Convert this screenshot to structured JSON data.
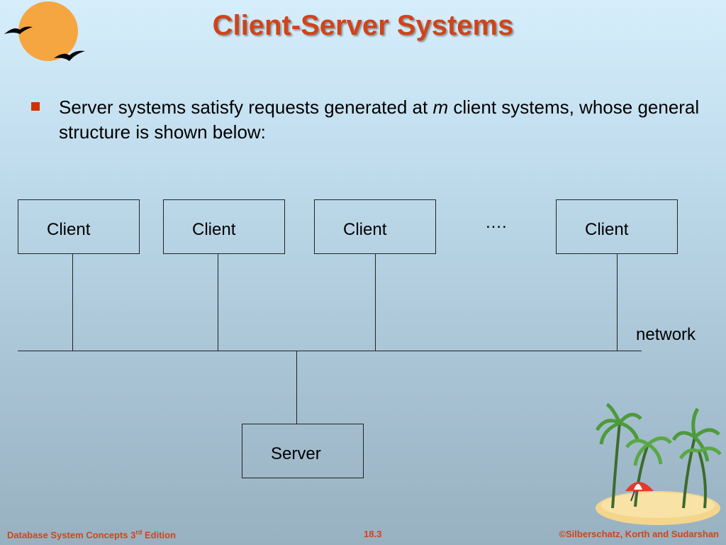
{
  "slide": {
    "title": "Client-Server Systems",
    "bullet": {
      "text_before": "Server systems satisfy requests generated at ",
      "italic": "m",
      "text_after": " client systems, whose general structure is shown below:"
    }
  },
  "diagram": {
    "clients": [
      {
        "label": "Client"
      },
      {
        "label": "Client"
      },
      {
        "label": "Client"
      },
      {
        "label": "Client"
      }
    ],
    "ellipsis": "….",
    "network_label": "network",
    "server_label": "Server"
  },
  "footer": {
    "left_main": "Database System Concepts 3",
    "left_sup": "rd",
    "left_end": " Edition",
    "center": "18.3",
    "right": "©Silberschatz, Korth and Sudarshan"
  },
  "colors": {
    "title": "#d0441a",
    "bullet": "#cc3300",
    "sun": "#f5a640",
    "background_top": "#d6eefc",
    "background_bottom": "#98b1c1"
  },
  "icons": [
    "sun-with-birds-logo",
    "palm-island-illustration"
  ]
}
